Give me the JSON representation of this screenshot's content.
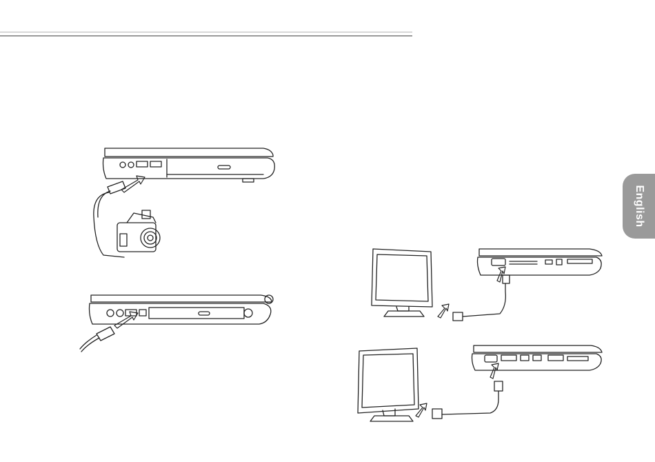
{
  "page": {
    "language_tab": "English"
  },
  "figures": [
    {
      "id": "camera-usb",
      "icons": [
        "laptop-side-icon",
        "usb-cable-icon",
        "camera-icon",
        "arrow-icon"
      ]
    },
    {
      "id": "usb-device",
      "icons": [
        "laptop-side-icon",
        "usb-cable-icon",
        "arrow-icon"
      ]
    },
    {
      "id": "monitor-vga-1",
      "icons": [
        "monitor-icon",
        "laptop-side-icon",
        "vga-cable-icon",
        "arrow-icon"
      ]
    },
    {
      "id": "monitor-vga-2",
      "icons": [
        "monitor-icon",
        "laptop-side-icon",
        "vga-cable-icon",
        "arrow-icon"
      ]
    }
  ],
  "colors": {
    "rule": "#9a9a9a",
    "tab": "#9a9a9a",
    "tab_text": "#ffffff",
    "line_art": "#222222"
  }
}
